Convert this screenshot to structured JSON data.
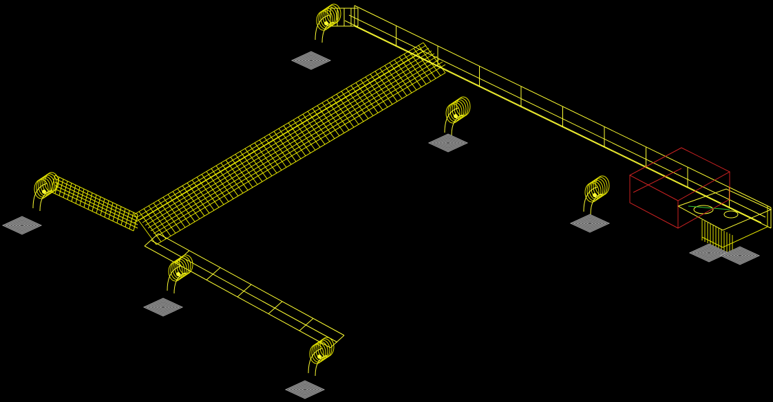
{
  "drawing": {
    "background": "#000000",
    "colors": {
      "duct": "#ffff33",
      "duct_dense": "#e6e600",
      "grille": "#a0a0a0",
      "unit": "#cc2222",
      "accent": "#33cc33"
    },
    "components": [
      "main-trunk-duct",
      "upper-supply-duct",
      "lower-branch-duct",
      "left-branch-duct",
      "air-handling-unit",
      "ceiling-diffusers"
    ]
  }
}
